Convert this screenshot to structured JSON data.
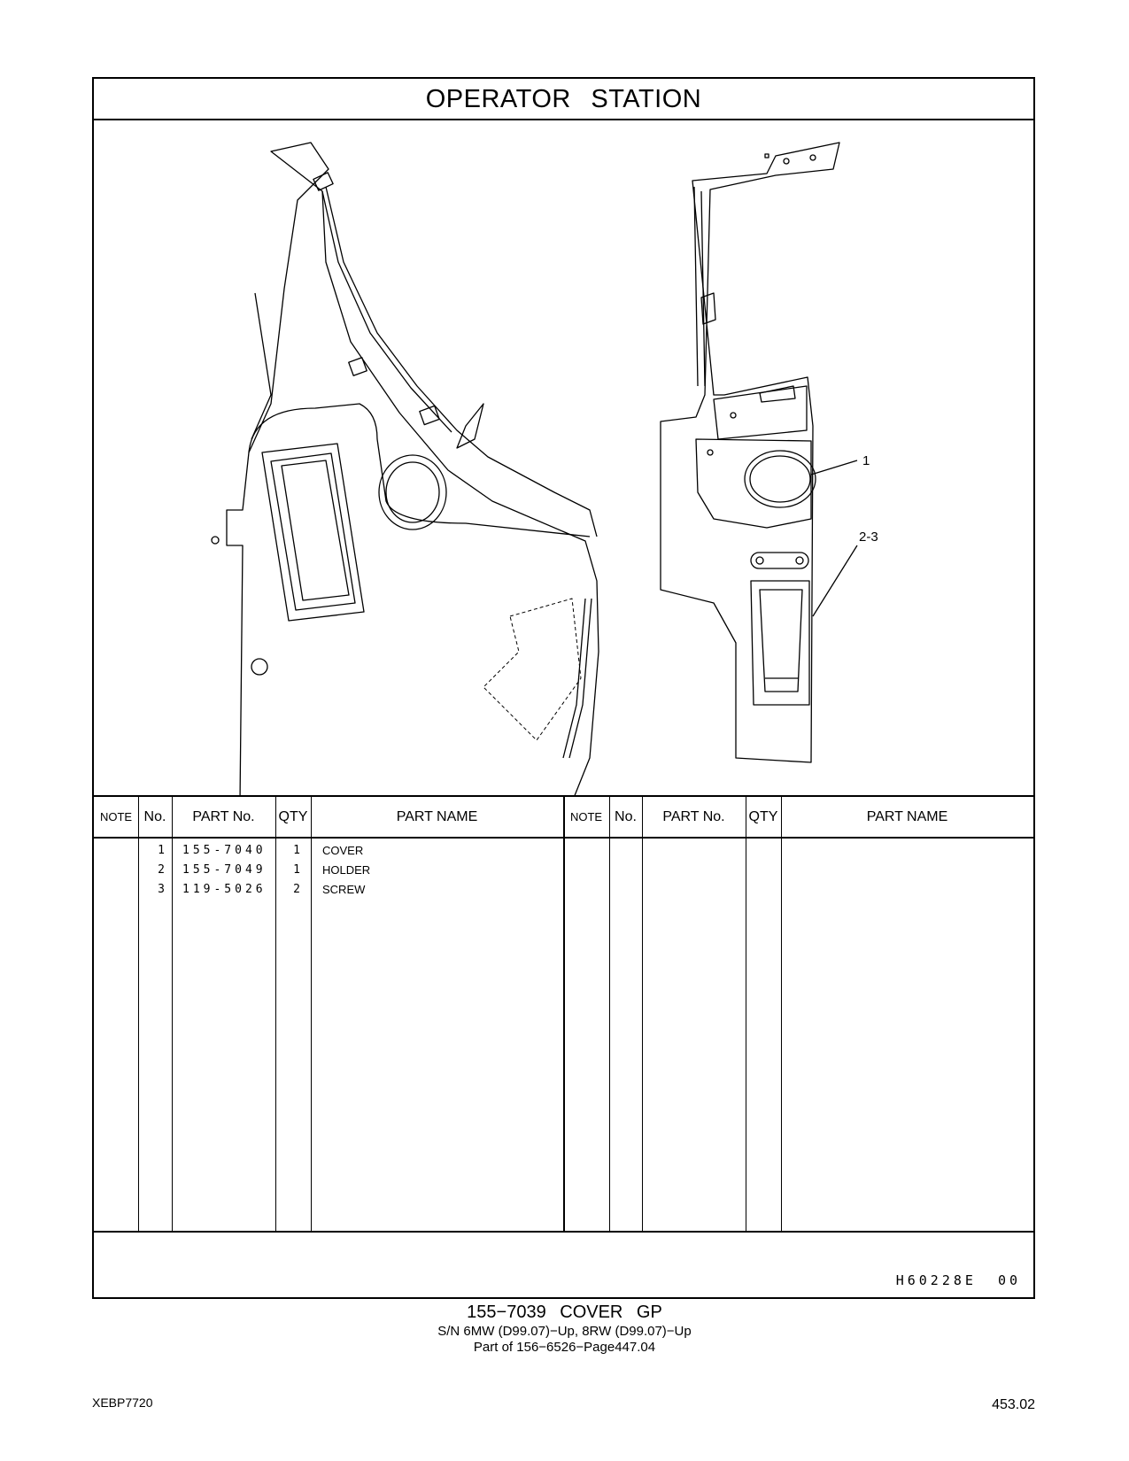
{
  "header": {
    "title": "OPERATOR   STATION"
  },
  "callouts": [
    {
      "label": "1"
    },
    {
      "label": "2-3"
    }
  ],
  "table": {
    "headers": {
      "note": "NOTE",
      "no": "No.",
      "part_no": "PART No.",
      "qty": "QTY",
      "part_name": "PART NAME"
    },
    "rows": [
      {
        "no": "1",
        "part_no": "155-7040",
        "qty": "1",
        "name": "COVER"
      },
      {
        "no": "2",
        "part_no": "155-7049",
        "qty": "1",
        "name": "HOLDER"
      },
      {
        "no": "3",
        "part_no": "119-5026",
        "qty": "2",
        "name": "SCREW"
      }
    ]
  },
  "footer_code": {
    "ref": "H60228E",
    "rev": "00"
  },
  "caption": {
    "line1": "155−7039   COVER  GP",
    "line2": "S/N 6MW (D99.07)−Up, 8RW (D99.07)−Up",
    "line3": "Part of 156−6526−Page447.04"
  },
  "page": {
    "doc_id": "XEBP7720",
    "number": "453.02"
  }
}
